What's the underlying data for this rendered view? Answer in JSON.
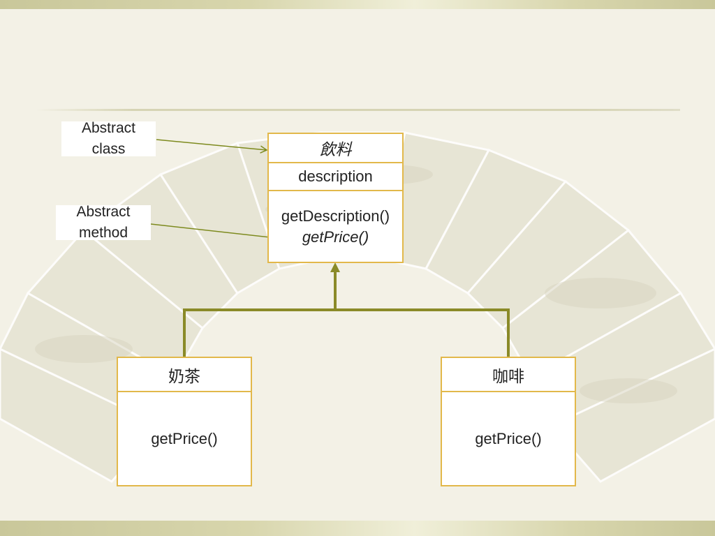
{
  "notes": {
    "abstract_class": [
      "Abstract",
      "class"
    ],
    "abstract_method": [
      "Abstract",
      "method"
    ]
  },
  "beverage": {
    "name": "飲料",
    "attribute": "description",
    "methods": [
      "getDescription()",
      "getPrice()"
    ]
  },
  "milk_tea": {
    "name": "奶茶",
    "method": "getPrice()"
  },
  "coffee": {
    "name": "咖啡",
    "method": "getPrice()"
  },
  "colors": {
    "box_border": "#e2b84a",
    "connector": "#8a8a28",
    "annotation_arrow": "#7d8a1e",
    "accent_bar": "#c9c79a",
    "background": "#f3f1e6"
  }
}
